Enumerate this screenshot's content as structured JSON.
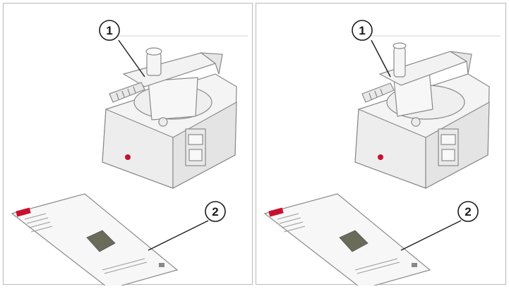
{
  "callouts": {
    "left": [
      {
        "number": "1"
      },
      {
        "number": "2"
      }
    ],
    "right": [
      {
        "number": "1"
      },
      {
        "number": "2"
      }
    ]
  },
  "colors": {
    "accent_red": "#c8102e",
    "line": "#b9b9b9",
    "machine_stroke": "#8a8a8a"
  }
}
